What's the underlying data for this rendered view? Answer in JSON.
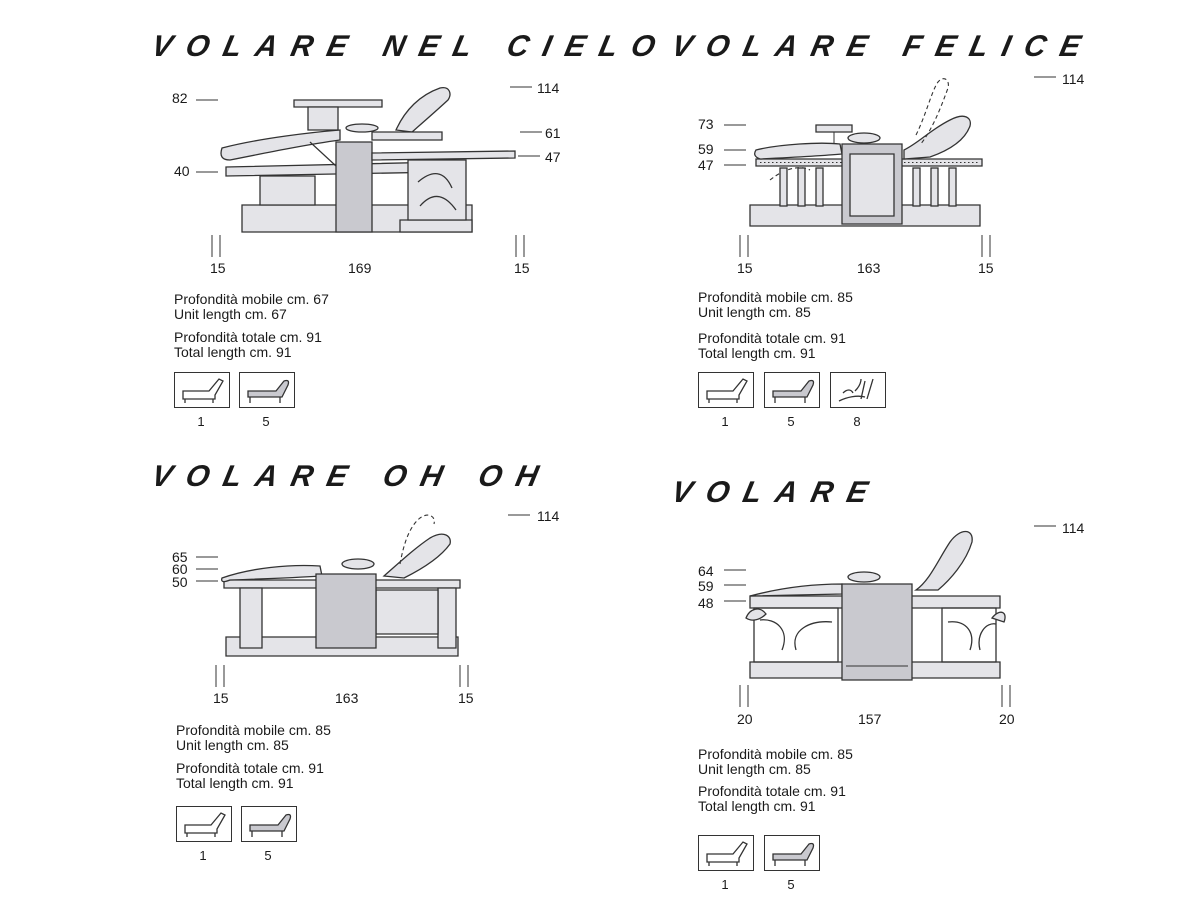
{
  "panels": [
    {
      "title": "VOLARE NEL CIELO",
      "heights_left": [
        "82",
        "40"
      ],
      "heights_right": [
        "114",
        "61",
        "47"
      ],
      "width_left": "15",
      "width_center": "169",
      "width_right": "15",
      "unit_it": "Profondità mobile cm. 67",
      "unit_en": "Unit length cm. 67",
      "total_it": "Profondità totale cm. 91",
      "total_en": "Total length cm. 91",
      "options": [
        "1",
        "5"
      ]
    },
    {
      "title": "VOLARE FELICE",
      "heights_left": [
        "73",
        "59",
        "47"
      ],
      "heights_right": [
        "114"
      ],
      "width_left": "15",
      "width_center": "163",
      "width_right": "15",
      "unit_it": "Profondità mobile cm. 85",
      "unit_en": "Unit length cm. 85",
      "total_it": "Profondità totale cm. 91",
      "total_en": "Total length cm. 91",
      "options": [
        "1",
        "5",
        "8"
      ]
    },
    {
      "title": "VOLARE OH OH",
      "heights_left": [
        "65",
        "60",
        "50"
      ],
      "heights_right": [
        "114"
      ],
      "width_left": "15",
      "width_center": "163",
      "width_right": "15",
      "unit_it": "Profondità mobile cm. 85",
      "unit_en": "Unit length cm. 85",
      "total_it": "Profondità totale cm. 91",
      "total_en": "Total length cm. 91",
      "options": [
        "1",
        "5"
      ]
    },
    {
      "title": "VOLARE",
      "heights_left": [
        "64",
        "59",
        "48"
      ],
      "heights_right": [
        "114"
      ],
      "width_left": "20",
      "width_center": "157",
      "width_right": "20",
      "unit_it": "Profondità mobile cm. 85",
      "unit_en": "Unit length cm. 85",
      "total_it": "Profondità totale cm. 91",
      "total_en": "Total length cm. 91",
      "options": [
        "1",
        "5"
      ]
    }
  ]
}
